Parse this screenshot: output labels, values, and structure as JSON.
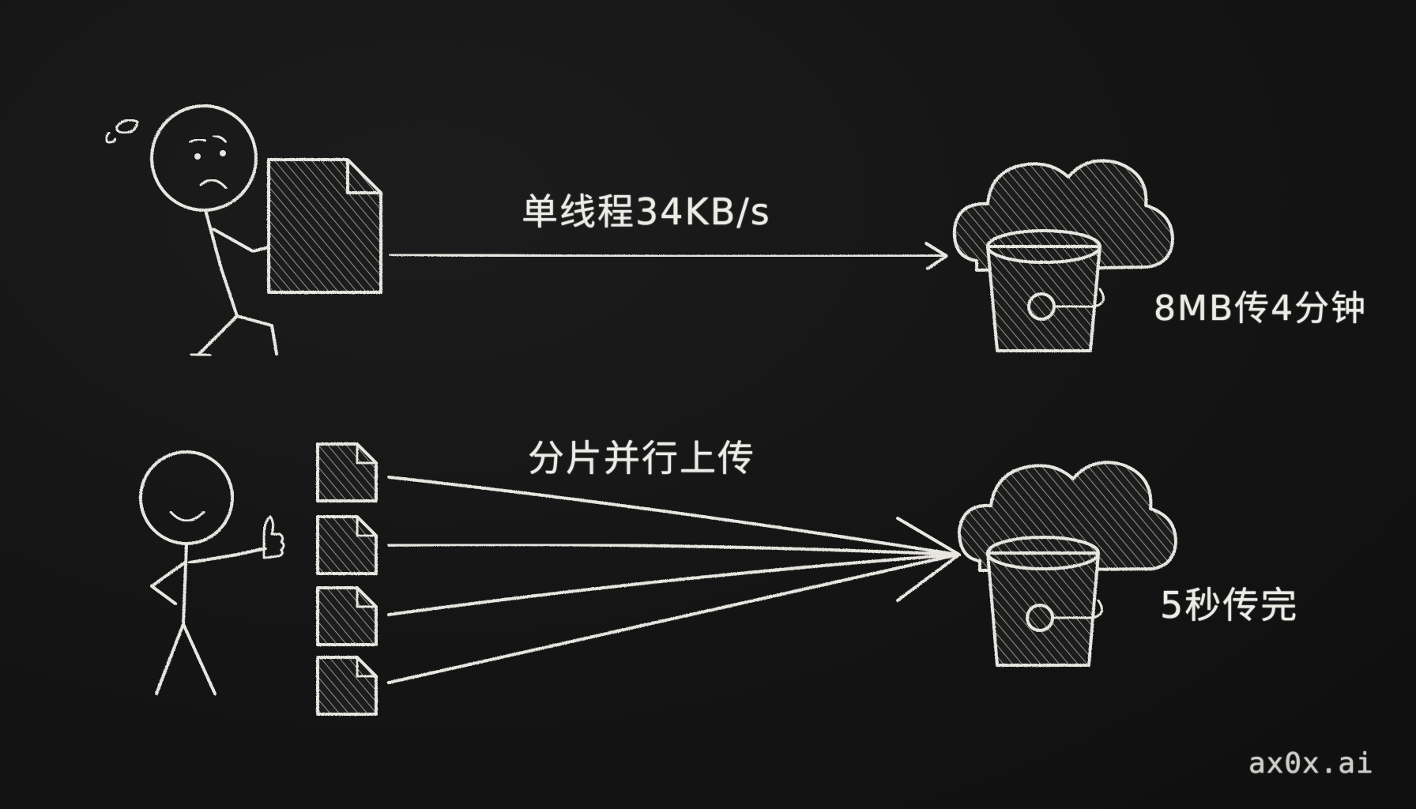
{
  "top_row": {
    "transfer_label": "单线程34KB/s",
    "result_label": "8MB传4分钟"
  },
  "bottom_row": {
    "transfer_label": "分片并行上传",
    "result_label": "5秒传完"
  },
  "watermark": "ax0x.ai",
  "colors": {
    "background": "#141414",
    "chalk": "#e8e6e1"
  }
}
